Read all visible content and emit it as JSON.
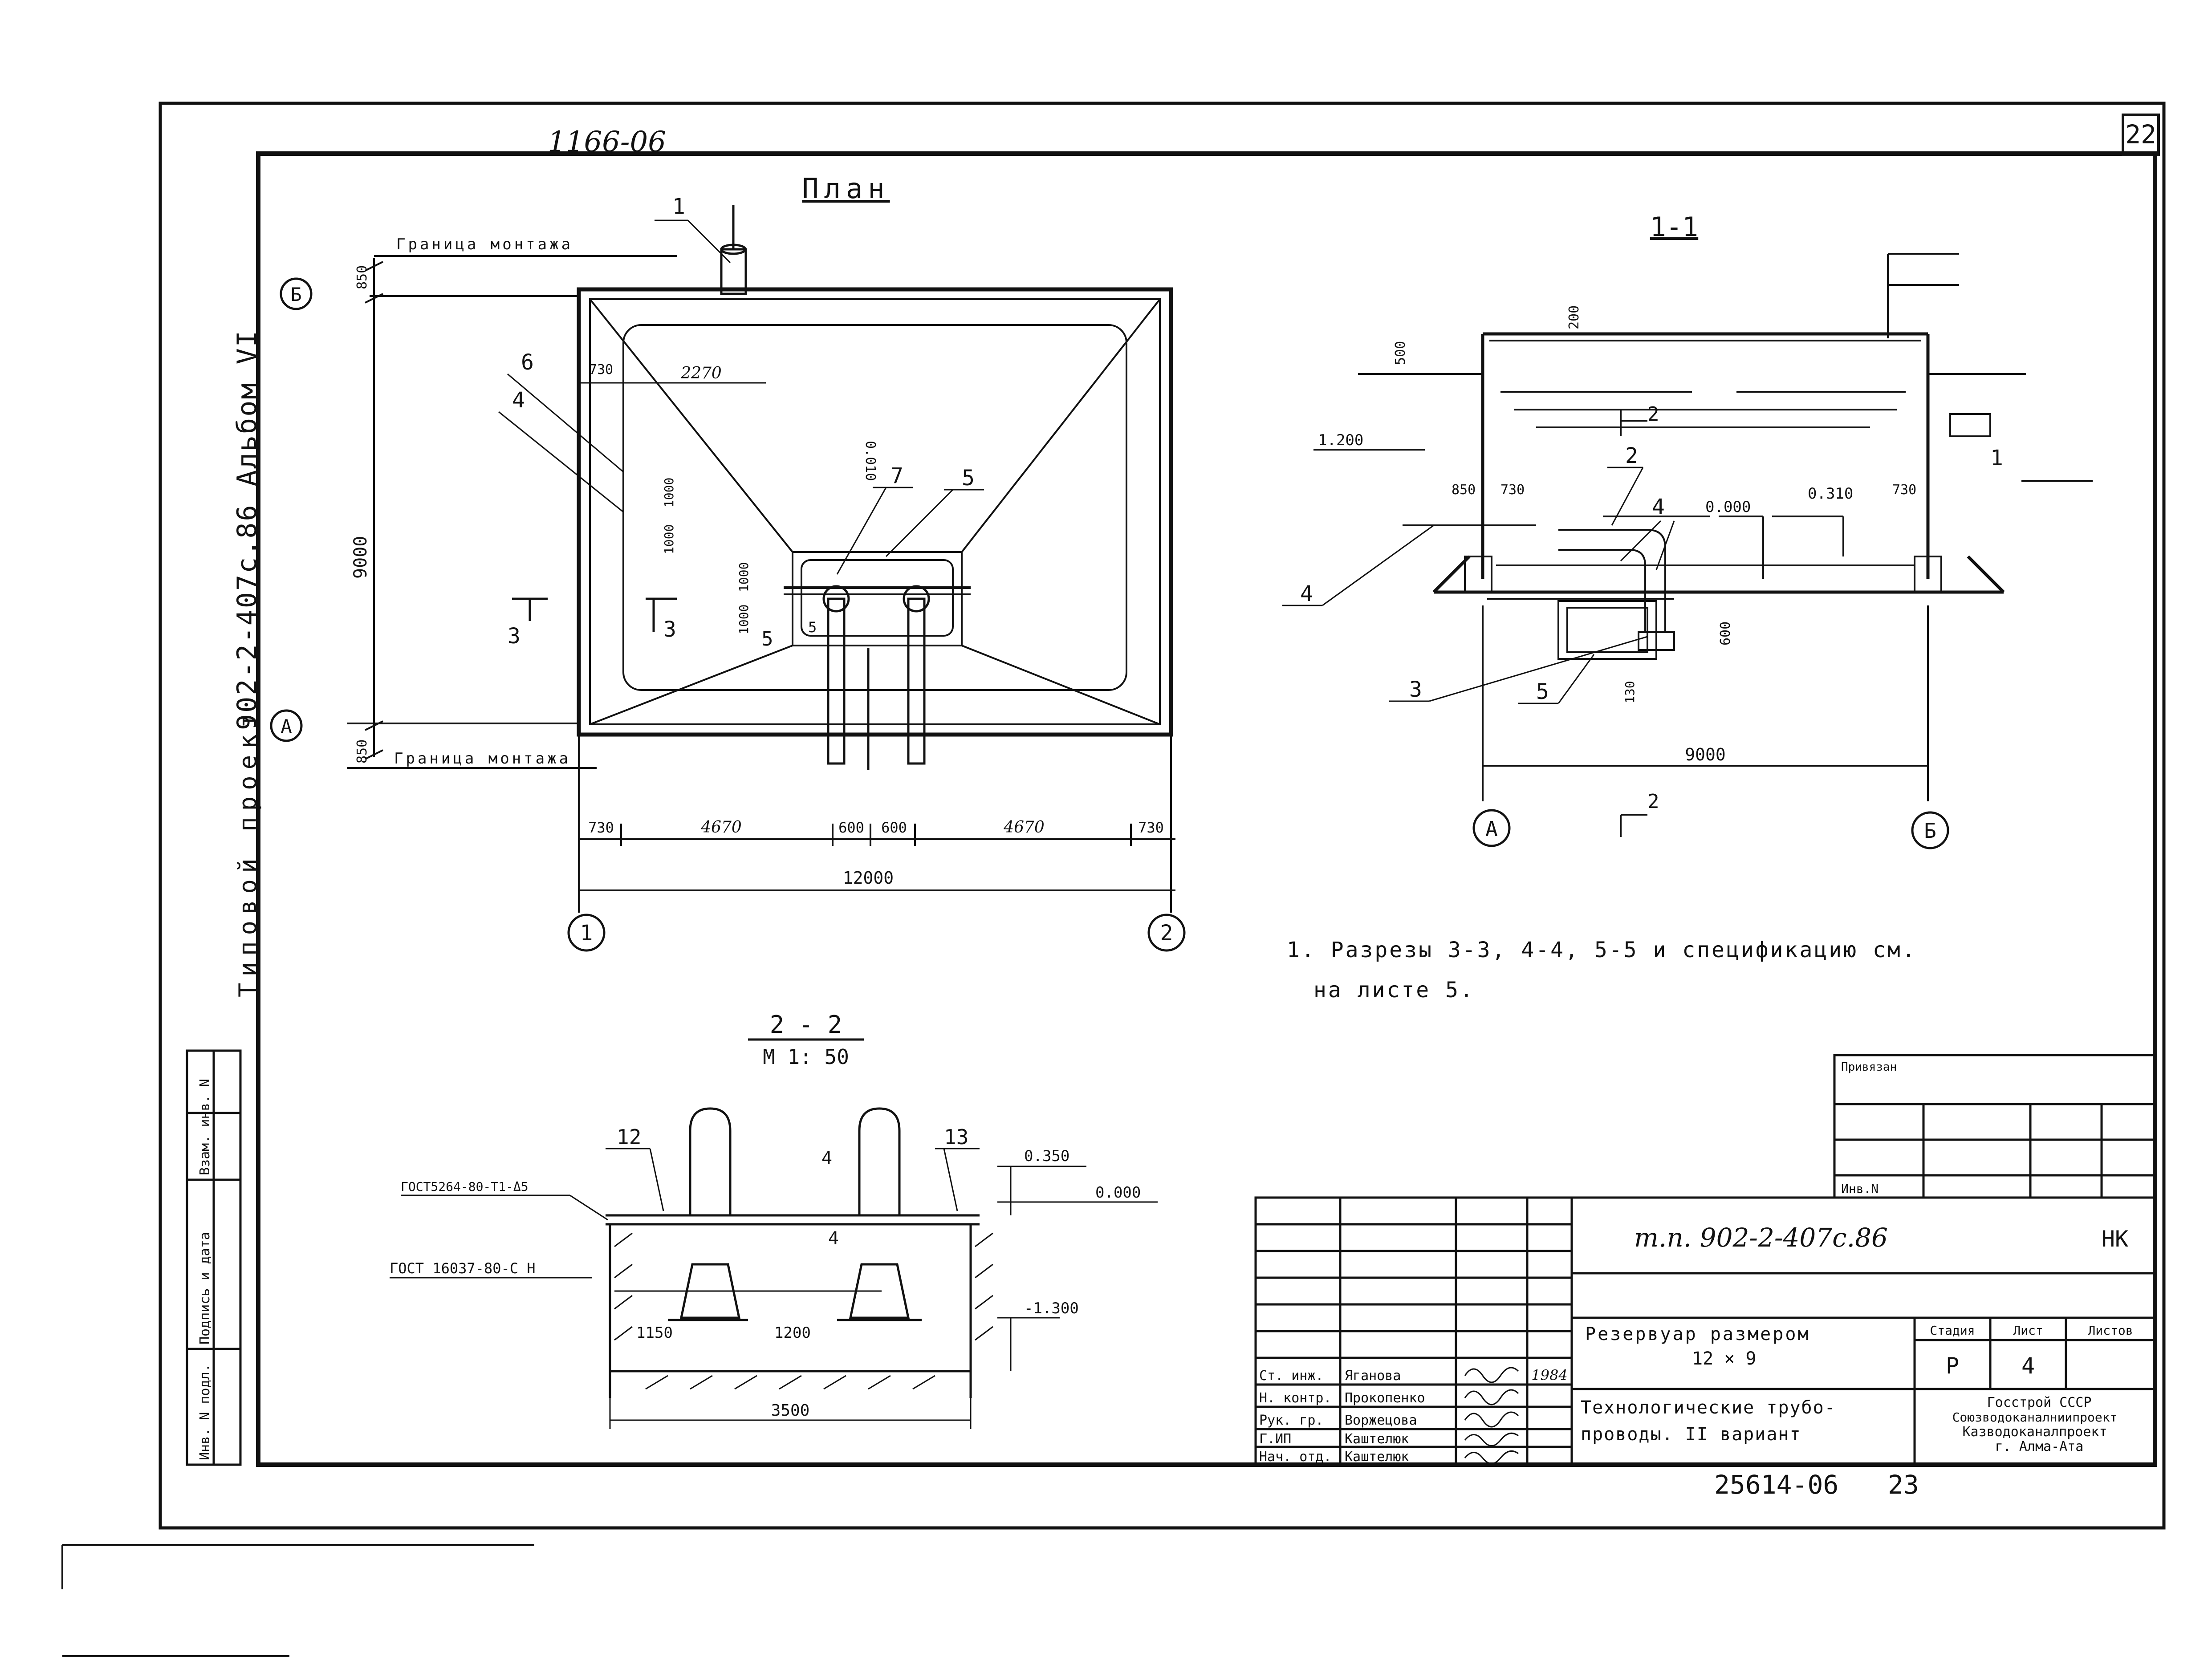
{
  "header": {
    "top_code": "1166-06",
    "sheet_number": "22",
    "album": "902-2-407с.86 Альбом VI",
    "typical_project": "Типовой проект"
  },
  "plan": {
    "title": "План",
    "boundary_top": "Граница монтажа",
    "boundary_bottom": "Граница монтажа",
    "axis_b": "Б",
    "axis_a": "А",
    "axis_1": "1",
    "axis_2": "2",
    "dim_850_top": "850",
    "dim_850_bottom": "850",
    "dim_9000": "9000",
    "dim_730_inner": "730",
    "dim_2270": "2270",
    "dim_1000_a": "1000",
    "dim_1000_b": "1000",
    "dim_1000_c": "1000",
    "dim_1000_d": "1000",
    "dim_730_left": "730",
    "dim_4670_left": "4670",
    "dim_600_left": "600",
    "dim_600_right": "600",
    "dim_4670_right": "4670",
    "dim_730_right": "730",
    "dim_12000": "12000",
    "slope": "0.010",
    "callout_1": "1",
    "callout_4": "4",
    "callout_5": "5",
    "callout_6": "6",
    "callout_7": "7",
    "cut_3_left": "3",
    "cut_3_right": "3",
    "cut_5": "5",
    "cut_5_small": "5"
  },
  "section_1_1": {
    "title": "1-1",
    "dim_200": "200",
    "dim_500": "500",
    "level_1200": "1.200",
    "dim_850": "850",
    "dim_730_a": "730",
    "dim_730_b": "730",
    "level_0000": "0.000",
    "level_0310": "0.310",
    "dim_600": "600",
    "dim_130": "130",
    "dim_9000": "9000",
    "callout_1": "1",
    "callout_2": "2",
    "callout_3": "3",
    "callout_4a": "4",
    "callout_4b": "4",
    "callout_5": "5",
    "cut_2_top": "2",
    "cut_2_bottom": "2",
    "axis_a": "А",
    "axis_b": "Б"
  },
  "notes": {
    "line1": "1. Разрезы 3-3, 4-4, 5-5 и спецификацию см.",
    "line2": "на листе 5."
  },
  "section_2_2": {
    "title": "2 - 2",
    "scale": "М 1: 50",
    "callout_12": "12",
    "callout_13": "13",
    "callout_4a": "4",
    "callout_4b": "4",
    "gost_1": "ГОСТ5264-80-Т1-Δ5",
    "gost_2": "ГОСТ 16037-80-С Н",
    "level_0350": "0.350",
    "level_0000": "0.000",
    "level_m1300": "-1.300",
    "dim_1150": "1150",
    "dim_1200": "1200",
    "dim_3500": "3500"
  },
  "binding_block": {
    "attached": "Привязан",
    "inv_no": "Инв.N"
  },
  "side_stamp": {
    "col1": "Инв. N подл.",
    "col2": "Подпись и дата",
    "col3": "Взам. инв. N"
  },
  "title_block": {
    "code": "т.п. 902-2-407с.86",
    "mark": "НК",
    "object_name_1": "Резервуар размером",
    "object_name_2": "12 × 9",
    "drawing_name_1": "Технологические трубо-",
    "drawing_name_2": "проводы. II вариант",
    "stage_label": "Стадия",
    "sheet_label": "Лист",
    "sheets_label": "Листов",
    "stage": "Р",
    "sheet": "4",
    "sheets": "",
    "org_1": "Госстрой СССР",
    "org_2": "Союзводоканалниипроект",
    "org_3": "Казводоканалпроект",
    "org_4": "г. Алма-Ата",
    "year": "1984",
    "signers": [
      {
        "role": "Ст. инж.",
        "name": "Яганова"
      },
      {
        "role": "Н. контр.",
        "name": "Прокопенко"
      },
      {
        "role": "Рук. гр.",
        "name": "Воржецова"
      },
      {
        "role": "Г.ИП",
        "name": "Каштелюк"
      },
      {
        "role": "Нач. отд.",
        "name": "Каштелюк"
      }
    ]
  },
  "footer": {
    "archive_no": "25614-06",
    "page": "23"
  }
}
